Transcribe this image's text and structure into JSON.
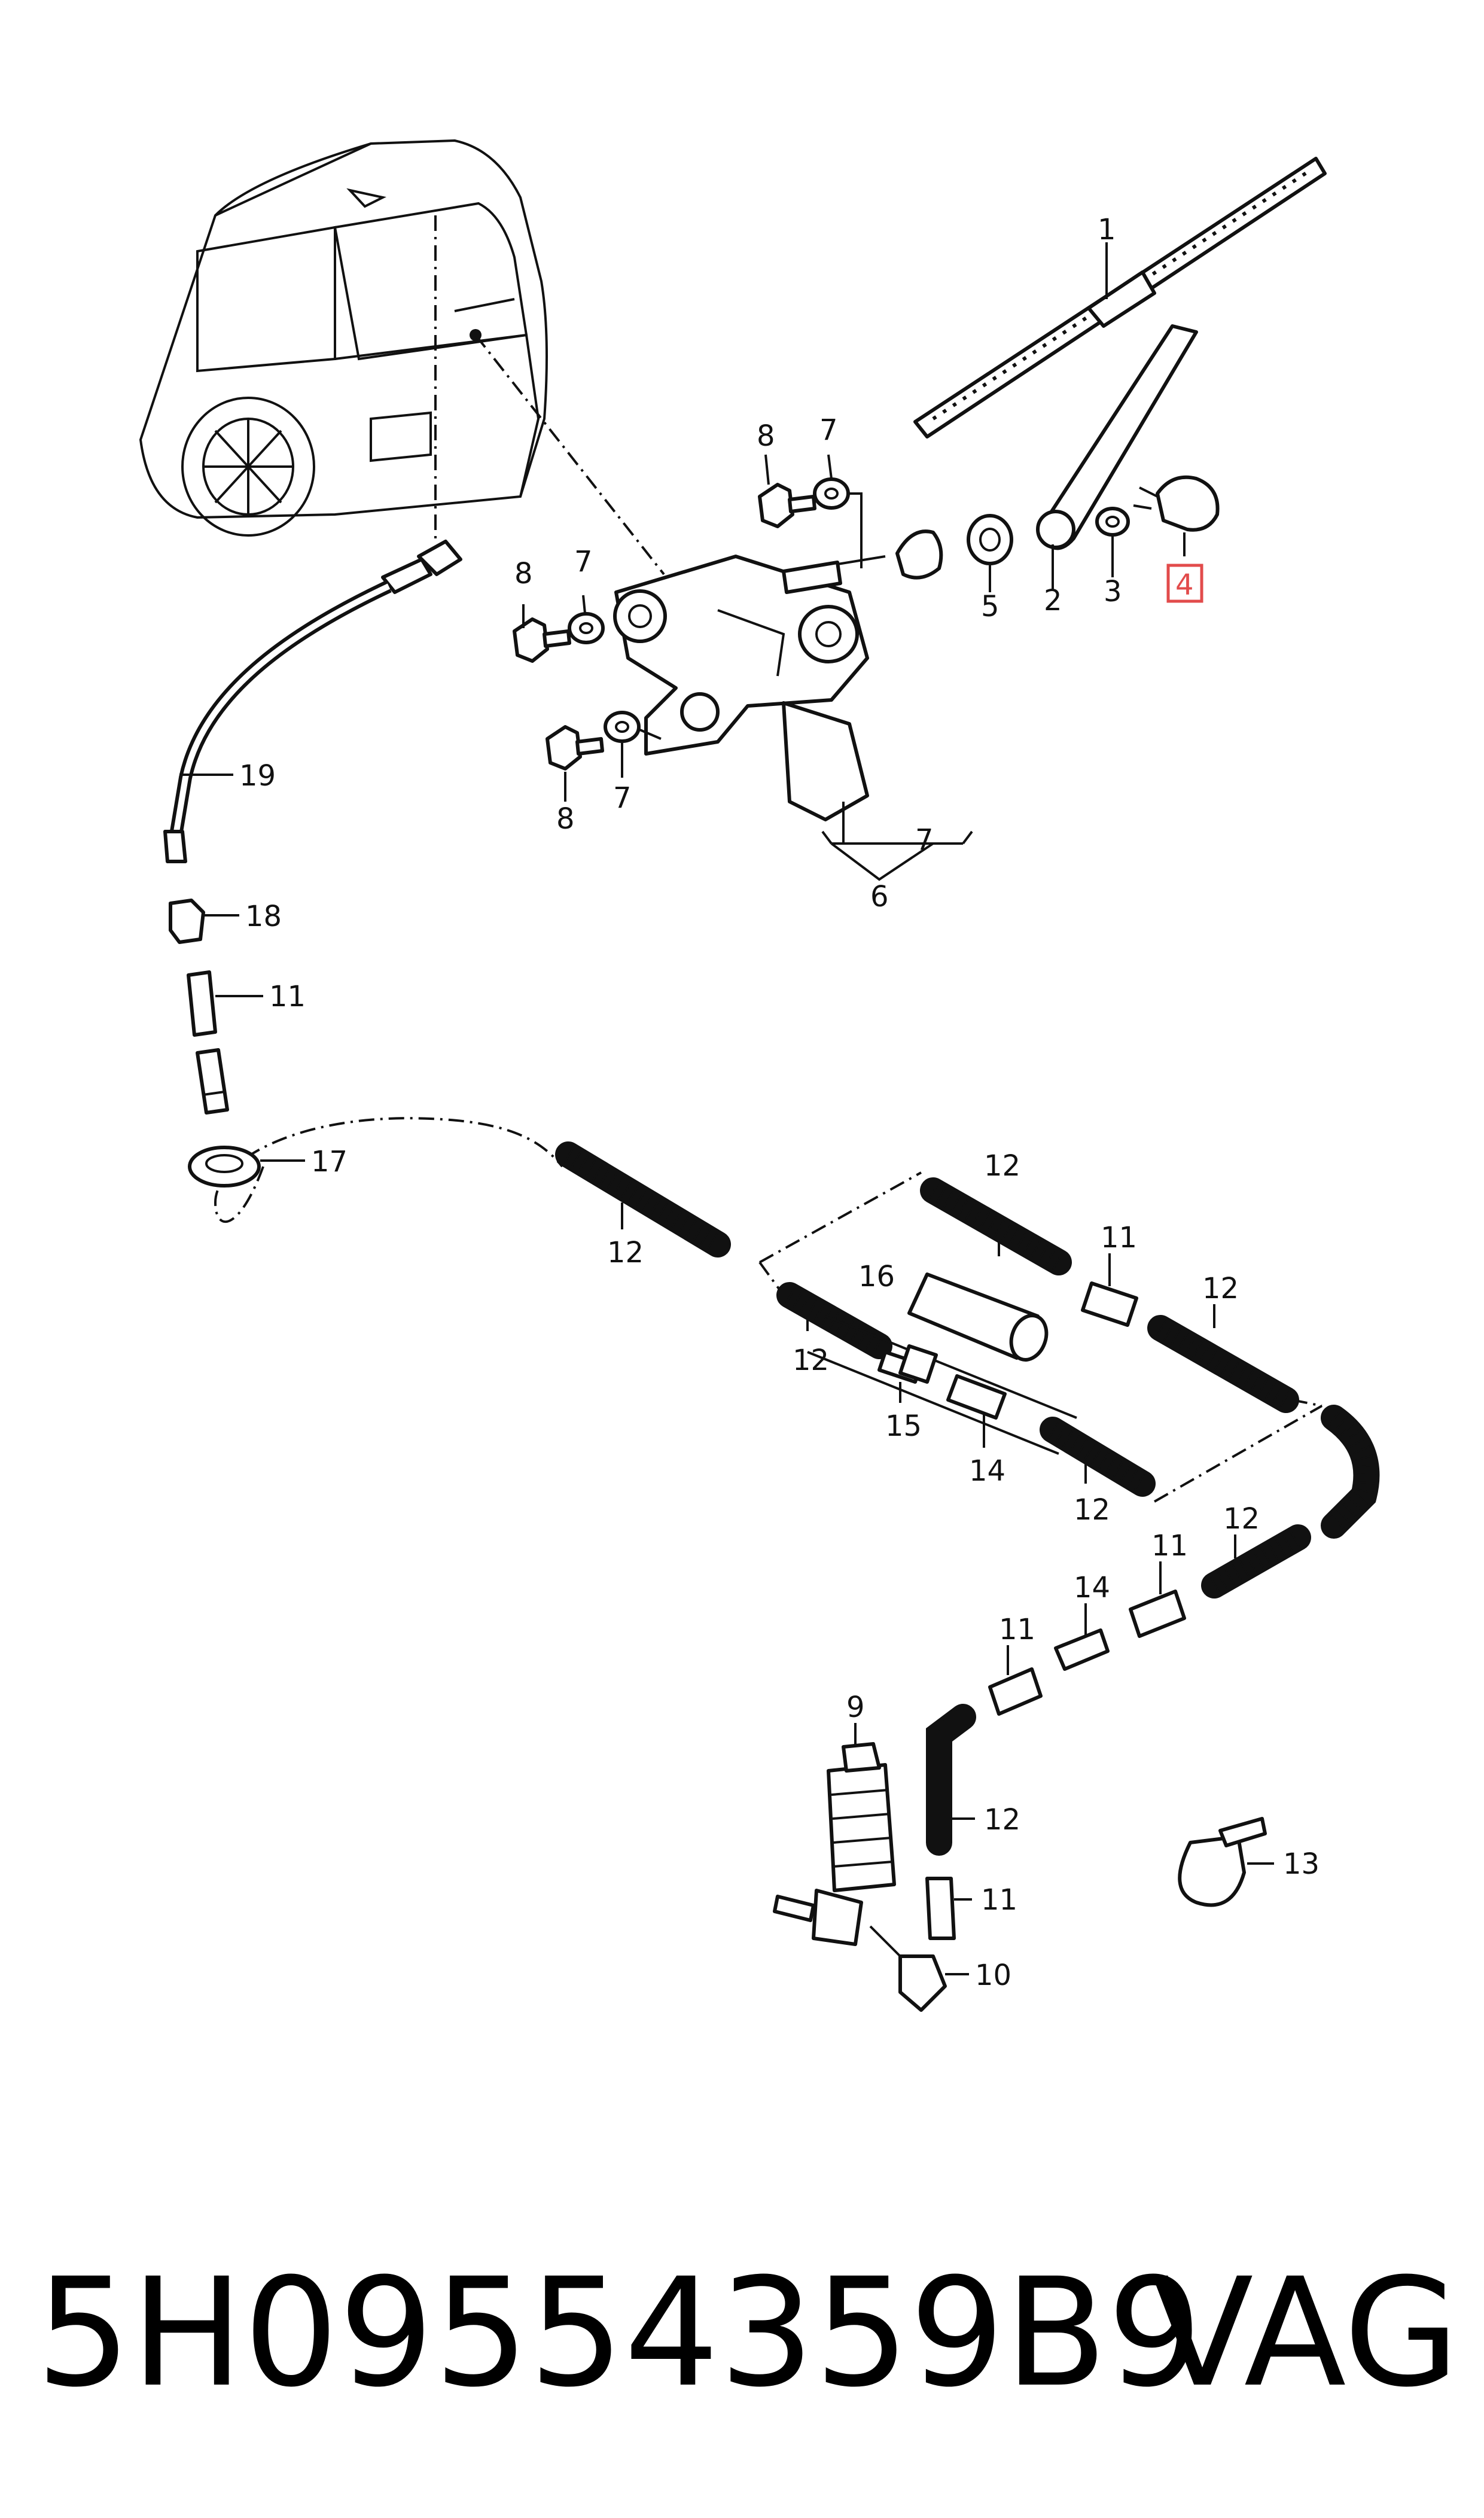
{
  "diagram": {
    "highlight_color": "#e24b4b",
    "callouts": {
      "c1": "1",
      "c2": "2",
      "c3": "3",
      "c4": "4",
      "c5": "5",
      "c6": "6",
      "c7_blade": "7",
      "c7_a": "7",
      "c7_b": "7",
      "c7_c": "7",
      "c8_a": "8",
      "c8_b": "8",
      "c8_c": "8",
      "c9": "9",
      "c10": "10",
      "c11_a": "11",
      "c11_b": "11",
      "c11_c": "11",
      "c11_d": "11",
      "c11_e": "11",
      "c12_a": "12",
      "c12_b": "12",
      "c12_c": "12",
      "c12_d": "12",
      "c12_e": "12",
      "c12_f": "12",
      "c12_g": "12",
      "c13": "13",
      "c14_a": "14",
      "c14_b": "14",
      "c15": "15",
      "c16": "16",
      "c17": "17",
      "c18": "18",
      "c19": "19"
    }
  },
  "footer": {
    "part_number": "5H09554359B9",
    "brand": "VAG"
  }
}
